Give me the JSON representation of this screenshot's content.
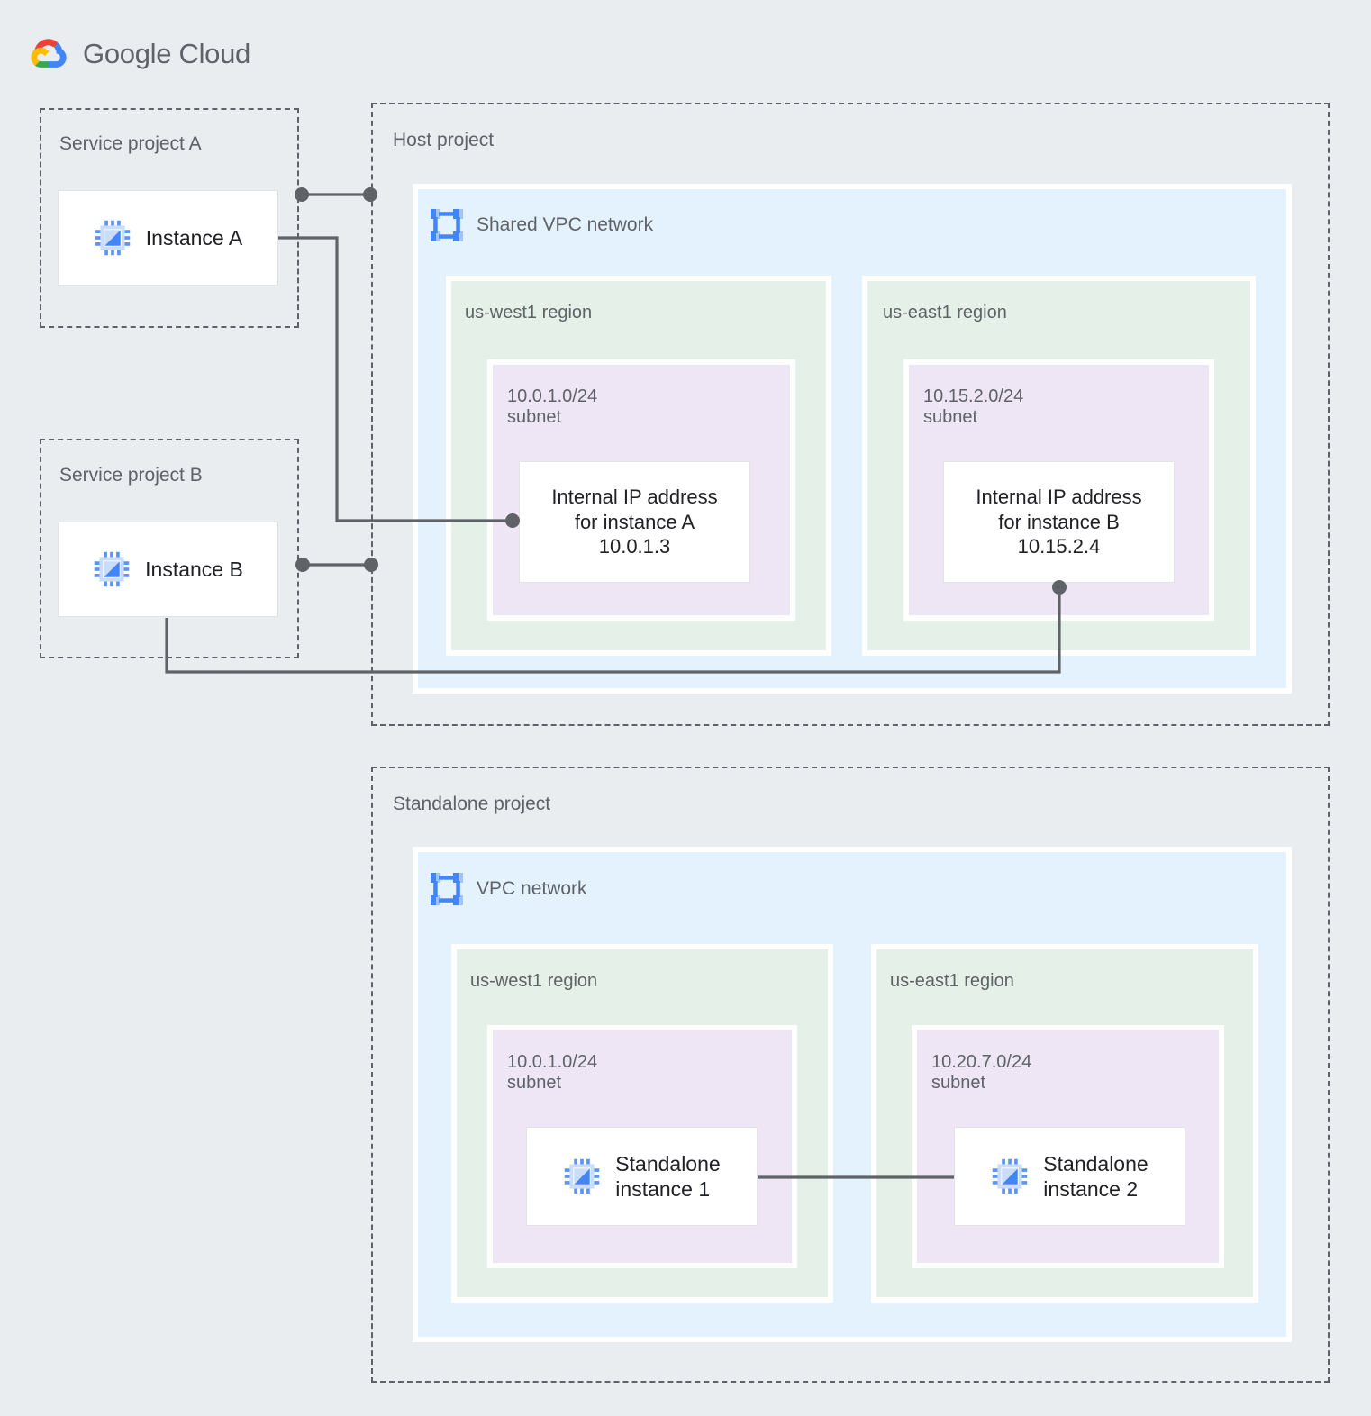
{
  "brand": {
    "name_bold": "Google",
    "name_light": " Cloud",
    "logo_icon": "google-cloud-logo",
    "colors": {
      "red": "#ea4335",
      "blue": "#4285f4",
      "yellow": "#fbbc05",
      "green": "#34a853",
      "text": "#5f6368"
    }
  },
  "palette": {
    "background": "#e9edef",
    "vpc_fill": "#e3f2fd",
    "region_fill": "#e4f0e8",
    "subnet_fill": "#eee5f5",
    "card_fill": "#ffffff",
    "wire": "#5f6368",
    "icon_blue": "#4285f4",
    "icon_blue_light": "#a1c2fa"
  },
  "projects": [
    {
      "id": "service-project-a",
      "label": "Service project A",
      "instance": {
        "id": "instance-a",
        "label": "Instance A",
        "icon": "vm-instance-icon"
      }
    },
    {
      "id": "service-project-b",
      "label": "Service project B",
      "instance": {
        "id": "instance-b",
        "label": "Instance B",
        "icon": "vm-instance-icon"
      }
    },
    {
      "id": "host-project",
      "label": "Host project",
      "network": {
        "id": "shared-vpc-network",
        "label": "Shared VPC network",
        "icon": "vpc-network-icon",
        "regions": [
          {
            "id": "host-us-west1",
            "label": "us-west1 region",
            "subnet": {
              "id": "subnet-10-0-1-0-24",
              "label": "10.0.1.0/24\nsubnet",
              "cidr": "10.0.1.0/24",
              "resource": {
                "id": "internal-ip-instance-a",
                "text": "Internal IP address\nfor instance A\n10.0.1.3",
                "ip": "10.0.1.3"
              }
            }
          },
          {
            "id": "host-us-east1",
            "label": "us-east1 region",
            "subnet": {
              "id": "subnet-10-15-2-0-24",
              "label": "10.15.2.0/24\nsubnet",
              "cidr": "10.15.2.0/24",
              "resource": {
                "id": "internal-ip-instance-b",
                "text": "Internal IP address\nfor instance B\n10.15.2.4",
                "ip": "10.15.2.4"
              }
            }
          }
        ]
      }
    },
    {
      "id": "standalone-project",
      "label": "Standalone project",
      "network": {
        "id": "vpc-network",
        "label": "VPC network",
        "icon": "vpc-network-icon",
        "regions": [
          {
            "id": "standalone-us-west1",
            "label": "us-west1 region",
            "subnet": {
              "id": "subnet-10-0-1-0-24-standalone",
              "label": "10.0.1.0/24\nsubnet",
              "cidr": "10.0.1.0/24",
              "resource": {
                "id": "standalone-instance-1",
                "text": "Standalone\ninstance 1",
                "icon": "vm-instance-icon"
              }
            }
          },
          {
            "id": "standalone-us-east1",
            "label": "us-east1 region",
            "subnet": {
              "id": "subnet-10-20-7-0-24",
              "label": "10.20.7.0/24\nsubnet",
              "cidr": "10.20.7.0/24",
              "resource": {
                "id": "standalone-instance-2",
                "text": "Standalone\ninstance 2",
                "icon": "vm-instance-icon"
              }
            }
          }
        ]
      }
    }
  ]
}
